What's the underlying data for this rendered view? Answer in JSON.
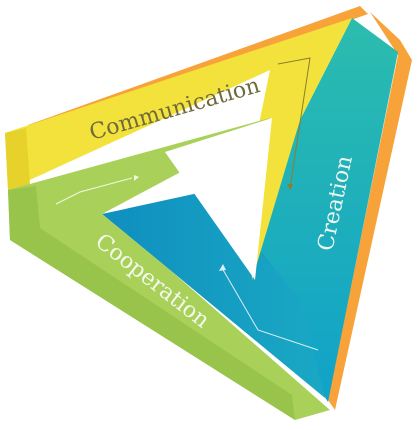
{
  "labels": {
    "communication": "Communication",
    "creation": "Creation",
    "cooperation": "Cooperation"
  },
  "colors": {
    "yellow": "#f3e23c",
    "yellow_dark": "#e8d52c",
    "orange": "#f7a33a",
    "green": "#a9d15a",
    "green_dark": "#97c44d",
    "teal": "#2bb7b0",
    "blue": "#14a0c6",
    "text_dark": "#6f6a3c",
    "text_light": "#eef6f0"
  }
}
